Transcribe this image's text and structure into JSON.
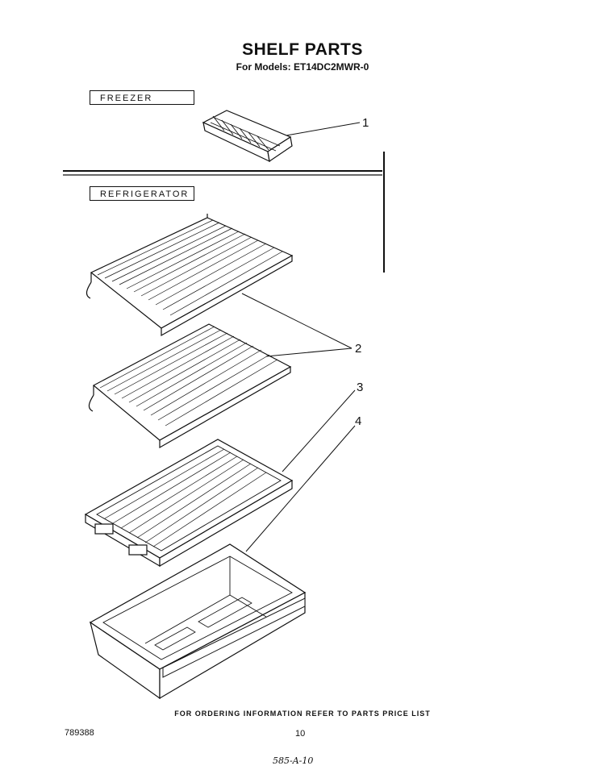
{
  "title": "SHELF PARTS",
  "subtitle": "For Models: ET14DC2MWR-0",
  "sections": {
    "freezer": "FREEZER",
    "refrigerator": "REFRIGERATOR"
  },
  "callouts": [
    "1",
    "2",
    "3",
    "4"
  ],
  "footer_note": "FOR ORDERING INFORMATION REFER TO PARTS PRICE LIST",
  "doc_number": "789388",
  "page_number": "10",
  "handwritten_note": "585-A-10"
}
